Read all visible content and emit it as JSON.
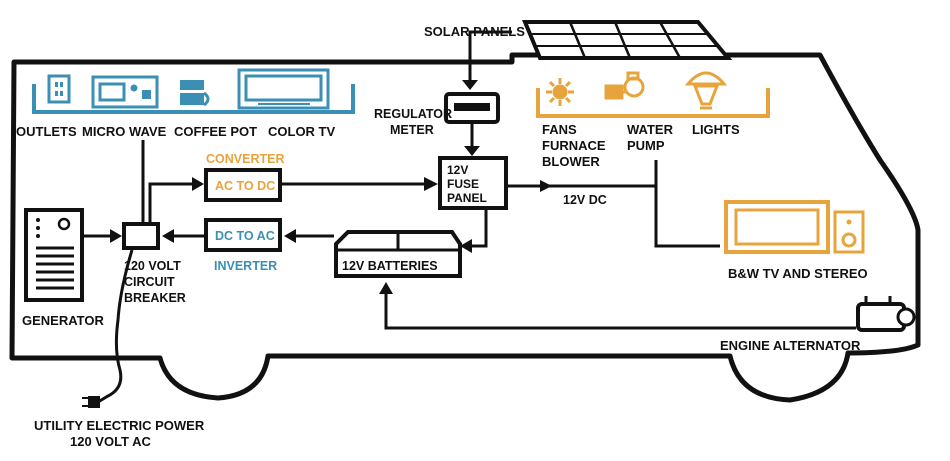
{
  "colors": {
    "ink": "#111111",
    "ac_blue": "#3b8fb5",
    "dc_orange": "#e8a43c",
    "background": "#ffffff"
  },
  "labels": {
    "solar_panels": "SOLAR PANELS",
    "regulator_meter_line1": "REGULATOR",
    "regulator_meter_line2": "METER",
    "outlets": "OUTLETS",
    "micro_wave": "MICRO WAVE",
    "coffee_pot": "COFFEE POT",
    "color_tv": "COLOR TV",
    "fans_line1": "FANS",
    "fans_line2": "FURNACE",
    "fans_line3": "BLOWER",
    "water_pump_line1": "WATER",
    "water_pump_line2": "PUMP",
    "lights": "LIGHTS",
    "converter": "CONVERTER",
    "ac_to_dc": "AC TO DC",
    "dc_to_ac": "DC TO AC",
    "inverter": "INVERTER",
    "fuse_panel_line1": "12V",
    "fuse_panel_line2": "FUSE",
    "fuse_panel_line3": "PANEL",
    "twelve_v_dc": "12V DC",
    "batteries": "12V BATTERIES",
    "breaker_line1": "120 VOLT",
    "breaker_line2": "CIRCUIT",
    "breaker_line3": "BREAKER",
    "generator": "GENERATOR",
    "bw_tv_stereo": "B&W TV AND STEREO",
    "engine_alternator": "ENGINE ALTERNATOR",
    "utility_line1": "UTILITY ELECTRIC POWER",
    "utility_line2": "120 VOLT AC"
  },
  "icons": {
    "solar": "solar-panel-icon",
    "regulator": "regulator-meter-icon",
    "outlet": "outlet-icon",
    "microwave": "microwave-icon",
    "coffee": "coffee-pot-icon",
    "tv": "color-tv-icon",
    "fan": "fan-icon",
    "pump": "water-pump-icon",
    "light": "light-icon",
    "generator": "generator-icon",
    "bw_tv": "bw-tv-icon",
    "speaker": "speaker-icon",
    "alternator": "alternator-icon",
    "plug": "plug-icon"
  }
}
